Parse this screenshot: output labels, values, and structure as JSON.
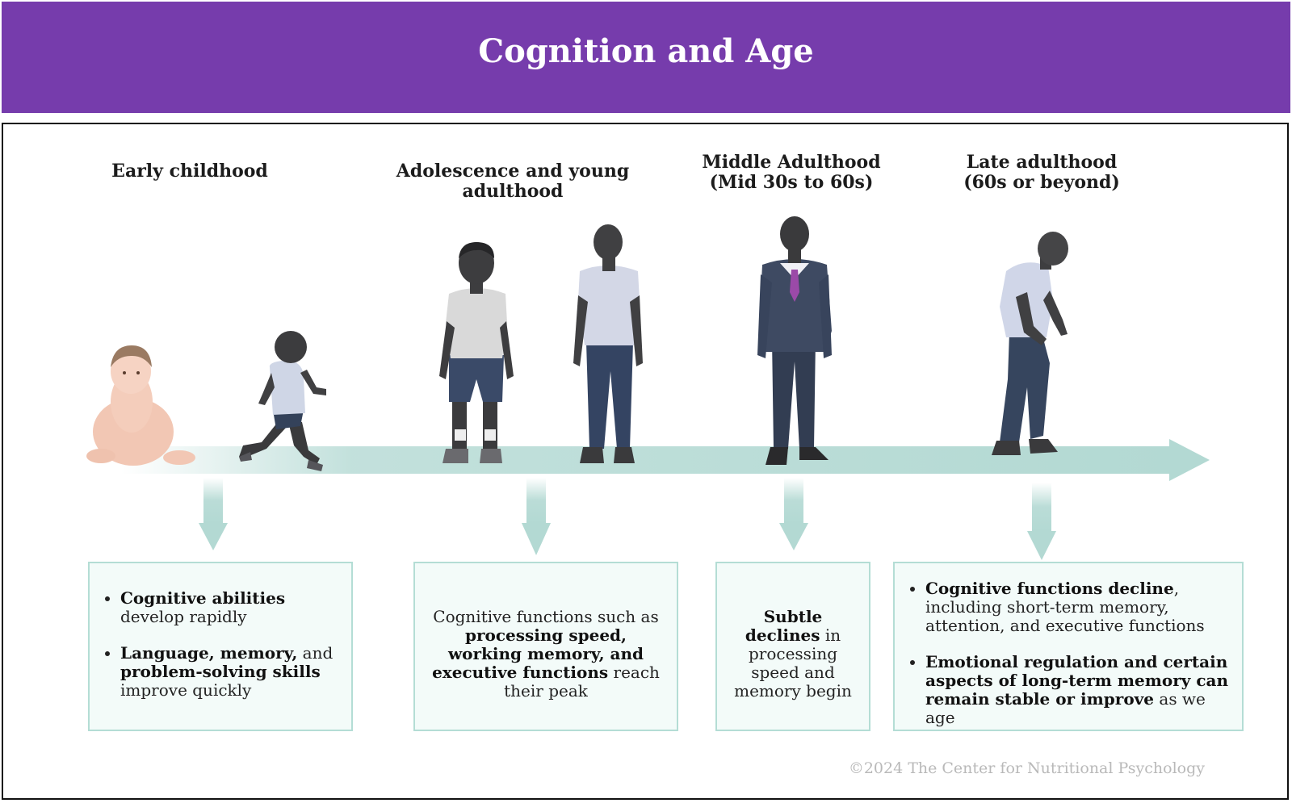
{
  "title": "Cognition and Age",
  "stages": [
    {
      "title_lines": [
        "Early childhood"
      ]
    },
    {
      "title_lines": [
        "Adolescence and young",
        "adulthood"
      ]
    },
    {
      "title_lines": [
        "Middle Adulthood",
        "(Mid 30s to 60s)"
      ]
    },
    {
      "title_lines": [
        "Late adulthood",
        "(60s or beyond)"
      ]
    }
  ],
  "boxes": {
    "early": {
      "b1_bold": "Cognitive abilities",
      "b1_rest": " develop rapidly",
      "b2_bold": "Language, memory,",
      "b2_mid": " and ",
      "b2_bold2": "problem-solving skills",
      "b2_rest": " improve quickly"
    },
    "young": {
      "pre": "Cognitive functions such as ",
      "bold": "processing speed, working memory, and executive functions",
      "post": " reach their peak"
    },
    "middle": {
      "bold": "Subtle declines",
      "rest": " in processing speed and memory begin"
    },
    "late": {
      "b1_bold": "Cognitive functions decline",
      "b1_rest": ", including short-term memory, attention, and executive functions",
      "b2_bold": "Emotional regulation and certain aspects of long-term memory can remain stable or improve",
      "b2_rest": " as we age"
    }
  },
  "copyright": "©2024 The Center for Nutritional Psychology",
  "colors": {
    "banner": "#763cac",
    "arrow": "#b3d9d3",
    "box_fill": "#f3fbf9",
    "box_border": "#b4ddd5",
    "figure_skin": "#4a4a4c",
    "tie": "#9b4aa8"
  }
}
